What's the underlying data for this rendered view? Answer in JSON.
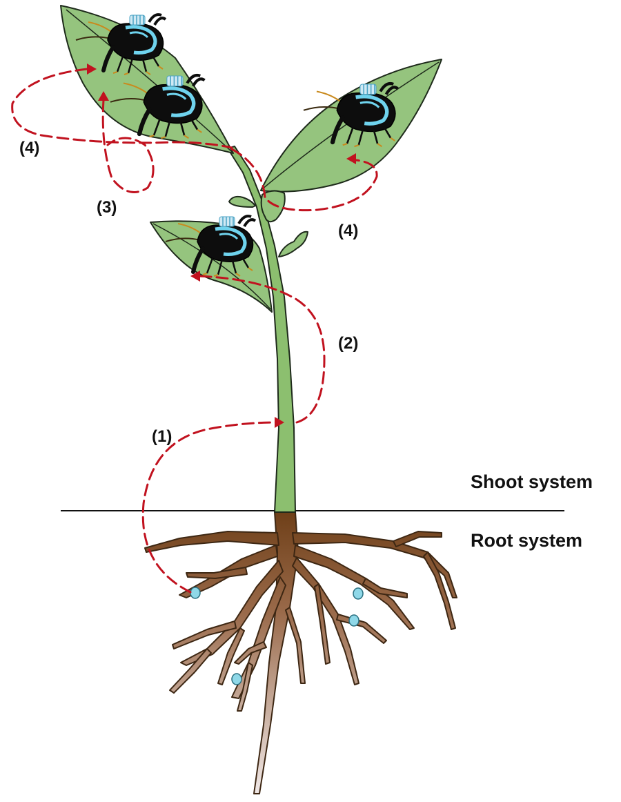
{
  "labels": {
    "shoot_system": "Shoot system",
    "root_system": "Root system"
  },
  "steps": [
    {
      "id": "s1",
      "text": "(1)"
    },
    {
      "id": "s2",
      "text": "(2)"
    },
    {
      "id": "s3",
      "text": "(3)"
    },
    {
      "id": "s4a",
      "text": "(4)"
    },
    {
      "id": "s4b",
      "text": "(4)"
    }
  ],
  "colors": {
    "leaf": "#95c47e",
    "stem": "#8cbf6f",
    "outline": "#1e2a1b",
    "root_top": "#7b4a22",
    "root_bottom": "#f0e6e6",
    "arrow": "#c1121f",
    "insect_body": "#0d0d0d",
    "insect_highlight": "#6fd3ee",
    "droplet": "#8fd8e8"
  },
  "icons": [
    "insect-icon",
    "water-droplet-icon",
    "arrowhead-icon"
  ]
}
